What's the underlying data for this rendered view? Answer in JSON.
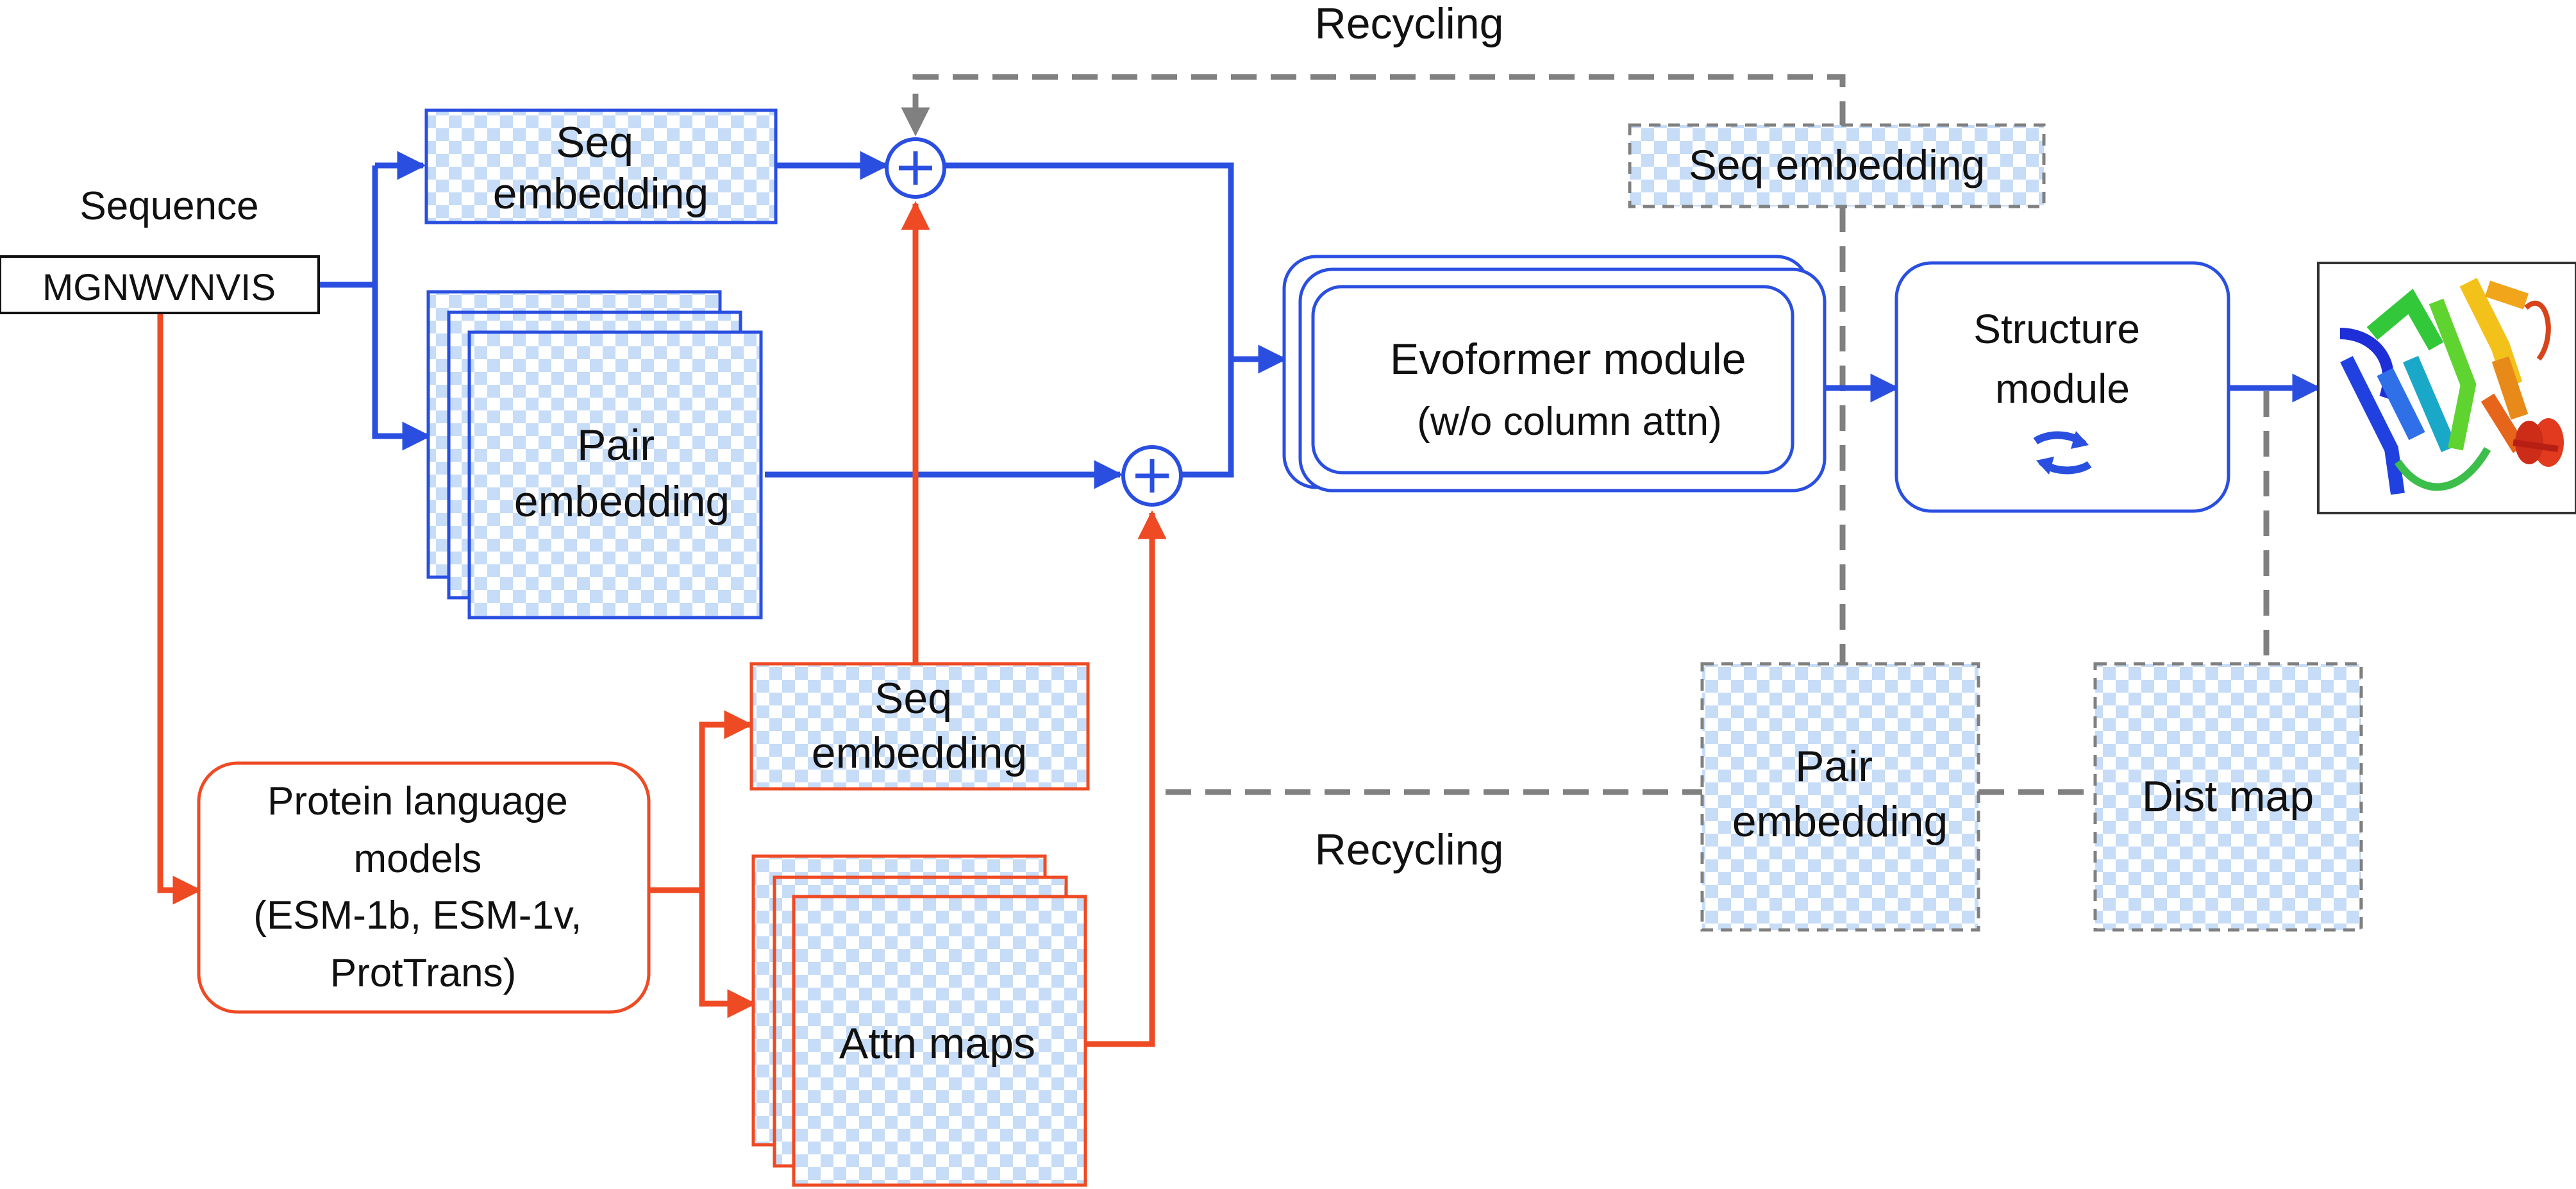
{
  "colors": {
    "blue": "#2a4fe0",
    "red": "#ee4a24",
    "gray": "#808080",
    "checker_fill": "#c6dcf7",
    "text": "#111111"
  },
  "labels": {
    "sequence_title": "Sequence",
    "sequence_value": "MGNWVNVIS",
    "seq_embedding_top": [
      "Seq",
      "embedding"
    ],
    "pair_embedding_top": [
      "Pair",
      "embedding"
    ],
    "plm": [
      "Protein language",
      "models",
      "(ESM-1b, ESM-1v,",
      "ProtTrans)"
    ],
    "seq_embedding_plm": [
      "Seq",
      "embedding"
    ],
    "attn_maps": "Attn maps",
    "evoformer": [
      "Evoformer module",
      "(w/o column attn)"
    ],
    "structure": [
      "Structure",
      "module"
    ],
    "recycle_seq_embedding": "Seq embedding",
    "recycle_pair_embedding": [
      "Pair",
      "embedding"
    ],
    "dist_map": "Dist map",
    "recycling_top": "Recycling",
    "recycling_bottom": "Recycling",
    "plus": "+"
  },
  "icons": {
    "cycle": "cycle-arrows-icon",
    "protein": "protein-structure-icon"
  }
}
